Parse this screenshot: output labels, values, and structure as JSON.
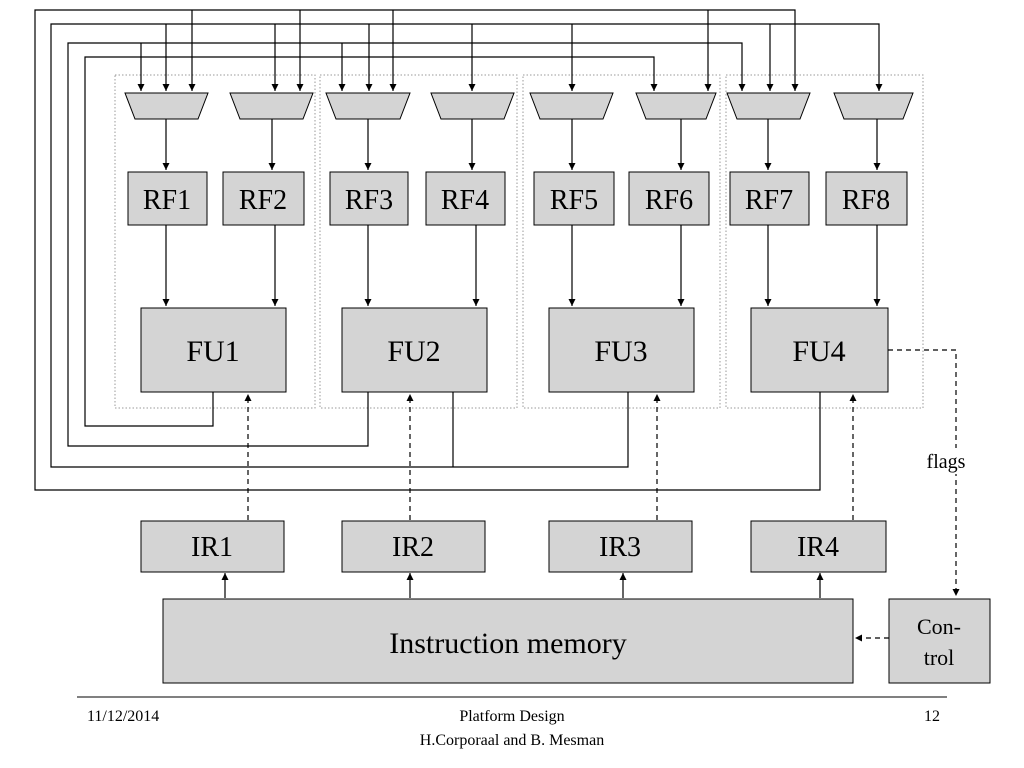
{
  "diagram": {
    "register_files": [
      "RF1",
      "RF2",
      "RF3",
      "RF4",
      "RF5",
      "RF6",
      "RF7",
      "RF8"
    ],
    "function_units": [
      "FU1",
      "FU2",
      "FU3",
      "FU4"
    ],
    "instruction_registers": [
      "IR1",
      "IR2",
      "IR3",
      "IR4"
    ],
    "instruction_memory": "Instruction memory",
    "control_line1": "Con-",
    "control_line2": "trol",
    "flags": "flags",
    "colors": {
      "block_fill": "#d4d4d4",
      "stroke": "#000000",
      "cluster_border": "#9a9a9a"
    }
  },
  "footer": {
    "date": "11/12/2014",
    "title": "Platform Design",
    "authors": "H.Corporaal and B. Mesman",
    "page": "12"
  }
}
